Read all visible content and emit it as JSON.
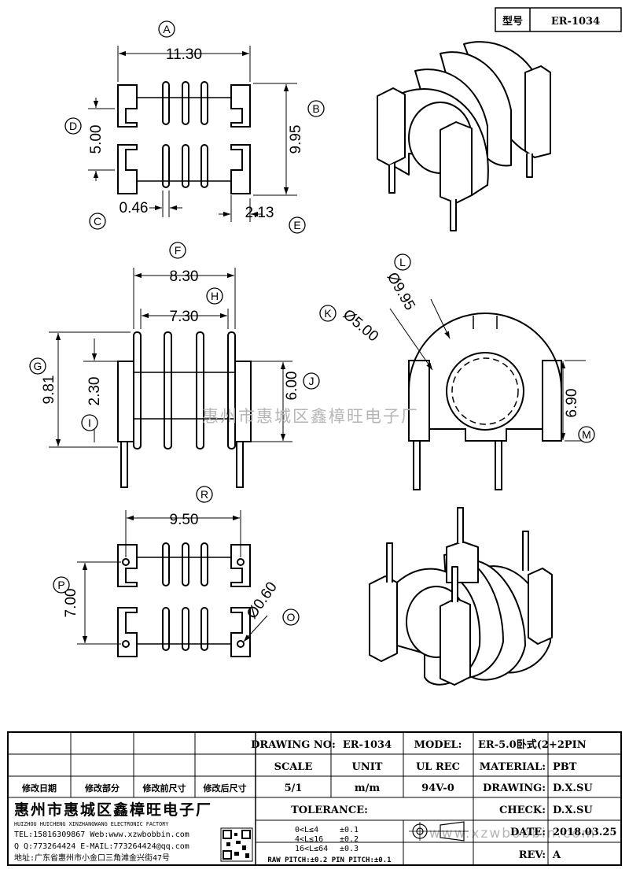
{
  "part": {
    "label": "型号",
    "value": "ER-1034"
  },
  "callouts": [
    "A",
    "B",
    "C",
    "D",
    "E",
    "F",
    "G",
    "H",
    "I",
    "J",
    "K",
    "L",
    "M",
    "O",
    "P",
    "R"
  ],
  "dimensions": {
    "A": "11.30",
    "B": "9.95",
    "C": "0.46",
    "D": "5.00",
    "E": "2.13",
    "F": "8.30",
    "H": "7.30",
    "G": "9.81",
    "I": "2.30",
    "J": "6.00",
    "K": "Ø5.00",
    "L": "Ø9.95",
    "M": "6.90",
    "R": "9.50",
    "P": "7.00",
    "O": "Ø0.60"
  },
  "watermark": "惠州市惠城区鑫樟旺电子厂",
  "watermark_url": "www.xzwbobbin.com",
  "title_block": {
    "drawing_no_label": "DRAWING NO:",
    "drawing_no": "ER-1034",
    "model_label": "MODEL:",
    "model": "ER-5.0卧式(2+2PIN",
    "scale_label": "SCALE",
    "unit_label": "UNIT",
    "ul_rec_label": "UL REC",
    "material_label": "MATERIAL:",
    "material": "PBT",
    "scale": "5/1",
    "unit": "m/m",
    "ul_rec": "94V-0",
    "drawing_label": "DRAWING:",
    "drawing": "D.X.SU",
    "check_label": "CHECK:",
    "check": "D.X.SU",
    "date_label": "DATE:",
    "date": "2018.03.25",
    "rev_label": "REV:",
    "rev": "A",
    "tolerance_label": "TOLERANCE:",
    "tolerances": [
      {
        "range": "0<L≤4",
        "value": "±0.1"
      },
      {
        "range": "4<L≤16",
        "value": "±0.2"
      },
      {
        "range": "16<L≤64",
        "value": "±0.3"
      }
    ],
    "pitch_note": "RAW PITCH:±0.2 PIN PITCH:±0.1",
    "revision_headers": [
      "修改日期",
      "修改部分",
      "修改前尺寸",
      "修改后尺寸"
    ],
    "company_cn": "惠州市惠城区鑫樟旺电子厂",
    "company_en": "HUIZHOU HUICHENG XINZHANGWANG ELECTRONIC FACTORY",
    "tel_line": "TEL:15816309867 Web:www.xzwbobbin.com",
    "qq_line": "Q Q:773264424 E-MAIL:773264424@qq.com",
    "address_line": "地址:广东省惠州市小金口三角滩金兴街47号"
  }
}
